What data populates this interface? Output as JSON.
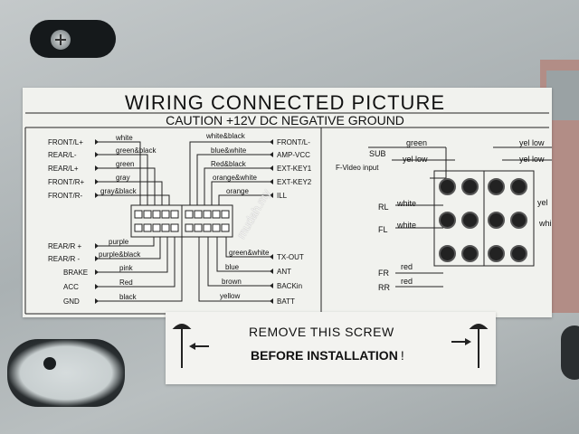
{
  "label": {
    "title": "WIRING CONNECTED PICTURE",
    "caution": "CAUTION +12V DC NEGATIVE GROUND",
    "left_pins": [
      {
        "pin": "FRONT/L+",
        "color": "white"
      },
      {
        "pin": "REAR/L-",
        "color": "green&black"
      },
      {
        "pin": "REAR/L+",
        "color": "green"
      },
      {
        "pin": "FRONT/R+",
        "color": "gray"
      },
      {
        "pin": "FRONT/R-",
        "color": "gray&black"
      },
      {
        "pin": "REAR/R +",
        "color": "purple"
      },
      {
        "pin": "REAR/R -",
        "color": "purple&black"
      },
      {
        "pin": "BRAKE",
        "color": "pink"
      },
      {
        "pin": "ACC",
        "color": "Red"
      },
      {
        "pin": "GND",
        "color": "black"
      }
    ],
    "right_pins": [
      {
        "pin": "FRONT/L-",
        "color": "white&black"
      },
      {
        "pin": "AMP-VCC",
        "color": "blue&white"
      },
      {
        "pin": "EXT-KEY1",
        "color": "Red&black"
      },
      {
        "pin": "EXT-KEY2",
        "color": "orange&white"
      },
      {
        "pin": "ILL",
        "color": "orange"
      },
      {
        "pin": "TX-OUT",
        "color": "green&white"
      },
      {
        "pin": "ANT",
        "color": "blue"
      },
      {
        "pin": "BACKin",
        "color": "brown"
      },
      {
        "pin": "BATT",
        "color": "yellow"
      }
    ],
    "rca": {
      "left_labels": [
        "SUB",
        "F-Video input",
        "RL",
        "FL",
        "FR",
        "RR"
      ],
      "left_colors": [
        "green",
        "yel low",
        "white",
        "white",
        "red",
        "red"
      ],
      "right_colors": [
        "yel low",
        "yel low",
        "yel",
        "whi"
      ]
    },
    "watermark": "mudah.my"
  },
  "screw_label": {
    "line1": "REMOVE THIS SCREW",
    "line2": "BEFORE INSTALLATION",
    "mark": "!"
  }
}
